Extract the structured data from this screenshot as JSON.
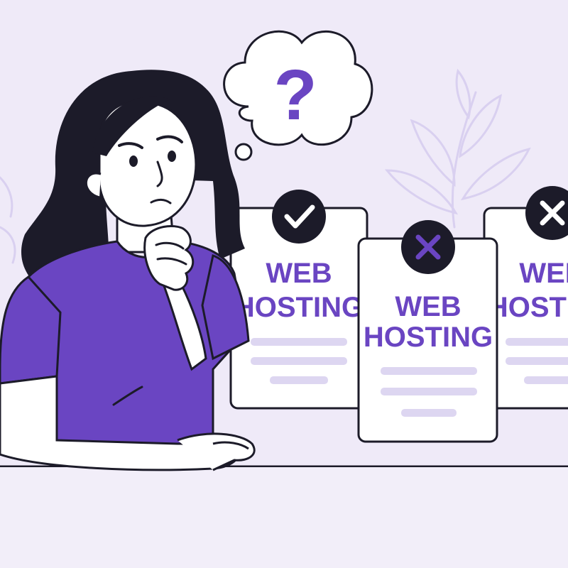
{
  "colors": {
    "background": "#efeaf8",
    "accent": "#6a45c2",
    "ink": "#1c1b29",
    "card": "#ffffff",
    "card_line": "#ddd6f1",
    "leaf": "#d9d0f0"
  },
  "thought": {
    "symbol": "?",
    "icon": "question-mark-icon"
  },
  "cards": [
    {
      "line1": "WEB",
      "line2": "HOSTING",
      "badge": "check-icon"
    },
    {
      "line1": "WEB",
      "line2": "HOSTING",
      "badge": "cross-icon"
    },
    {
      "line1": "WEB",
      "line2": "HOSTING",
      "badge": "cross-icon"
    }
  ]
}
